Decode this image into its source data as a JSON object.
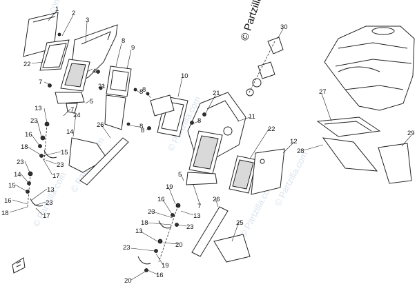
{
  "diagram": {
    "copyright": "© Partzilla.com",
    "watermark": "© Partzilla.com",
    "callouts": [
      {
        "id": "c1",
        "text": "1"
      },
      {
        "id": "c2",
        "text": "2"
      },
      {
        "id": "c3",
        "text": "3"
      },
      {
        "id": "c22a",
        "text": "22"
      },
      {
        "id": "c7a",
        "text": "7"
      },
      {
        "id": "c4",
        "text": "4"
      },
      {
        "id": "c8a",
        "text": "8"
      },
      {
        "id": "c9",
        "text": "9"
      },
      {
        "id": "c21a",
        "text": "21"
      },
      {
        "id": "c8b",
        "text": "8"
      },
      {
        "id": "c8c",
        "text": "8"
      },
      {
        "id": "c5a",
        "text": "5"
      },
      {
        "id": "c13a",
        "text": "13"
      },
      {
        "id": "c7b",
        "text": "7"
      },
      {
        "id": "c24",
        "text": "24"
      },
      {
        "id": "c26a",
        "text": "26"
      },
      {
        "id": "c23a",
        "text": "23"
      },
      {
        "id": "c14a",
        "text": "14"
      },
      {
        "id": "c16a",
        "text": "16"
      },
      {
        "id": "c18a",
        "text": "18"
      },
      {
        "id": "c15a",
        "text": "15"
      },
      {
        "id": "c23b",
        "text": "23"
      },
      {
        "id": "c17a",
        "text": "17"
      },
      {
        "id": "c23c",
        "text": "23"
      },
      {
        "id": "c14b",
        "text": "14"
      },
      {
        "id": "c15b",
        "text": "15"
      },
      {
        "id": "c13b",
        "text": "13"
      },
      {
        "id": "c16b",
        "text": "16"
      },
      {
        "id": "c23d",
        "text": "23"
      },
      {
        "id": "c18b",
        "text": "18"
      },
      {
        "id": "c17b",
        "text": "17"
      },
      {
        "id": "c10",
        "text": "10"
      },
      {
        "id": "c21b",
        "text": "21"
      },
      {
        "id": "c8d",
        "text": "8"
      },
      {
        "id": "c8e",
        "text": "8"
      },
      {
        "id": "c11",
        "text": "11"
      },
      {
        "id": "c8f",
        "text": "8"
      },
      {
        "id": "c22b",
        "text": "22"
      },
      {
        "id": "c5b",
        "text": "5"
      },
      {
        "id": "c12",
        "text": "12"
      },
      {
        "id": "c19a",
        "text": "19"
      },
      {
        "id": "c7c",
        "text": "7"
      },
      {
        "id": "c26b",
        "text": "26"
      },
      {
        "id": "c16c",
        "text": "16"
      },
      {
        "id": "c23e",
        "text": "23"
      },
      {
        "id": "c18c",
        "text": "18"
      },
      {
        "id": "c13c",
        "text": "13"
      },
      {
        "id": "c23f",
        "text": "23"
      },
      {
        "id": "c20a",
        "text": "20"
      },
      {
        "id": "c13d",
        "text": "13"
      },
      {
        "id": "c23g",
        "text": "23"
      },
      {
        "id": "c19b",
        "text": "19"
      },
      {
        "id": "c20b",
        "text": "20"
      },
      {
        "id": "c16d",
        "text": "16"
      },
      {
        "id": "c25",
        "text": "25"
      },
      {
        "id": "c30",
        "text": "30"
      },
      {
        "id": "c27",
        "text": "27"
      },
      {
        "id": "c28",
        "text": "28"
      },
      {
        "id": "c29",
        "text": "29"
      }
    ]
  }
}
